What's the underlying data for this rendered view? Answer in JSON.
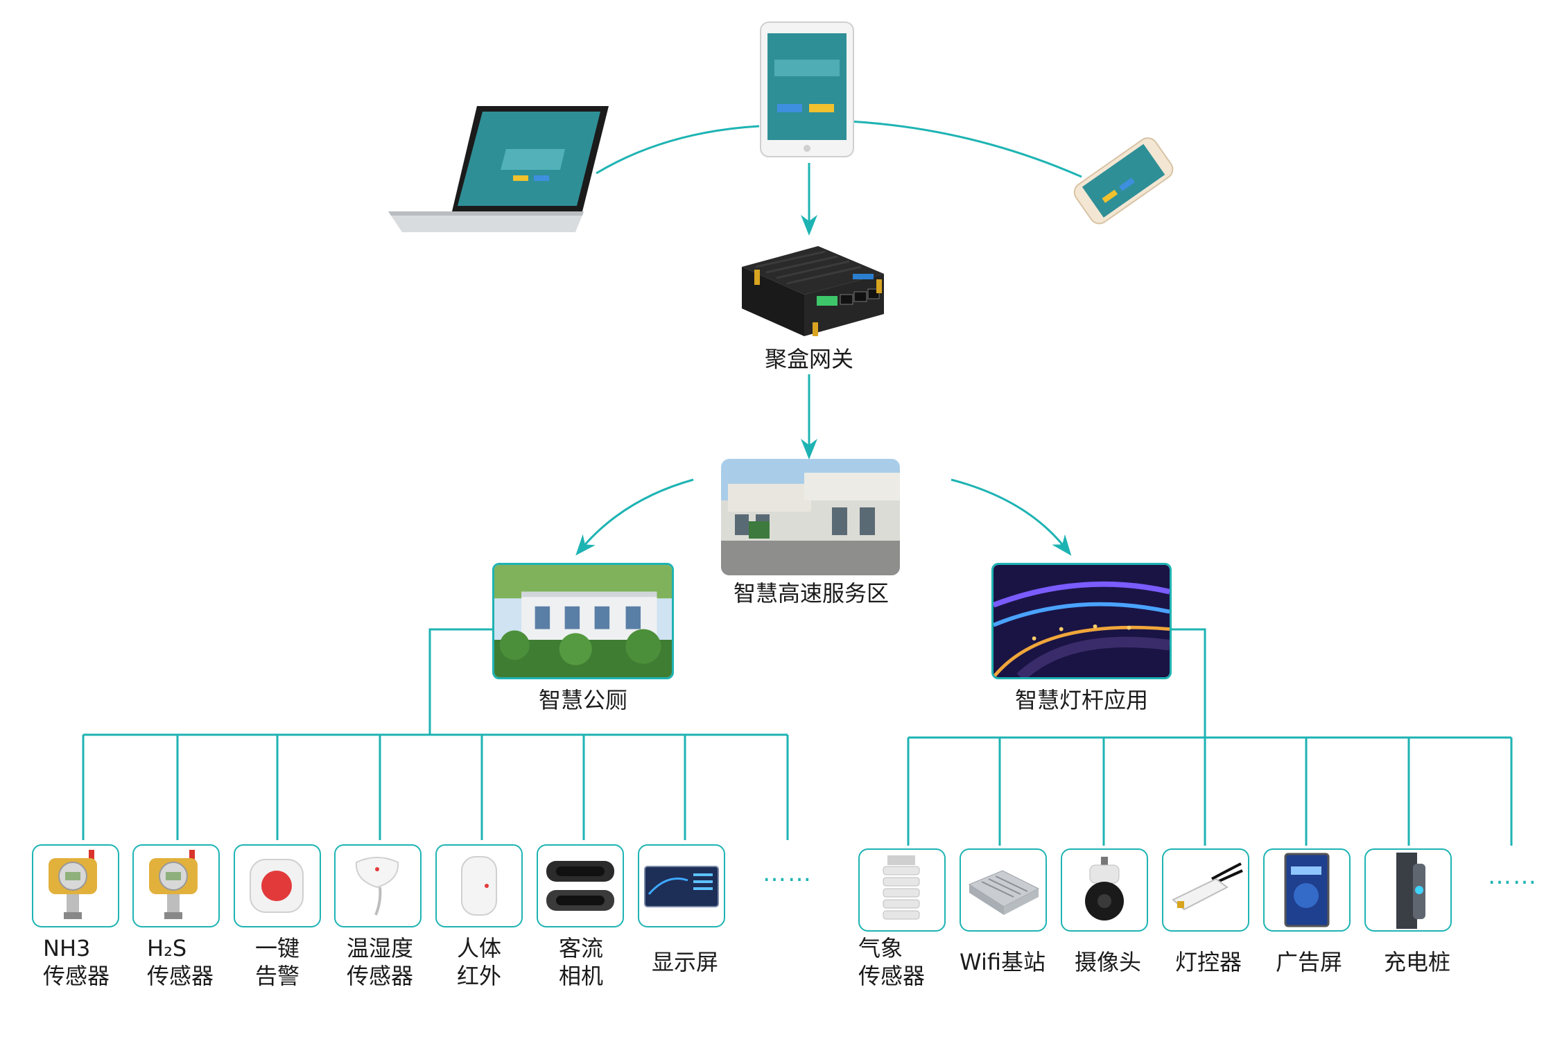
{
  "accent_color": "#1eb3b3",
  "gateway": {
    "label": "聚盒网关",
    "icon": "gateway-router"
  },
  "service_area": {
    "label": "智慧高速服务区",
    "icon": "building-photo"
  },
  "branches": {
    "toilet": {
      "label": "智慧公厕",
      "devices": [
        {
          "lines": [
            "NH3",
            "传感器"
          ],
          "icon": "gas-sensor-icon"
        },
        {
          "lines": [
            "H₂S",
            "传感器"
          ],
          "icon": "gas-sensor-icon"
        },
        {
          "lines": [
            "一键",
            "告警"
          ],
          "icon": "alarm-button-icon"
        },
        {
          "lines": [
            "温湿度",
            "传感器"
          ],
          "icon": "temp-humidity-sensor-icon"
        },
        {
          "lines": [
            "人体",
            "红外"
          ],
          "icon": "pir-sensor-icon"
        },
        {
          "lines": [
            "客流",
            "相机"
          ],
          "icon": "people-counter-camera-icon"
        },
        {
          "lines": [
            "显示屏"
          ],
          "icon": "display-screen-icon"
        }
      ],
      "more": "……"
    },
    "lamp": {
      "label": "智慧灯杆应用",
      "devices": [
        {
          "lines": [
            "气象",
            "传感器"
          ],
          "icon": "weather-sensor-icon"
        },
        {
          "lines": [
            "Wifi基站"
          ],
          "icon": "wifi-base-station-icon"
        },
        {
          "lines": [
            "摄像头"
          ],
          "icon": "dome-camera-icon"
        },
        {
          "lines": [
            "灯控器"
          ],
          "icon": "lamp-controller-icon"
        },
        {
          "lines": [
            "广告屏"
          ],
          "icon": "ad-screen-icon"
        },
        {
          "lines": [
            "充电桩"
          ],
          "icon": "charging-pile-icon"
        }
      ],
      "more": "……"
    }
  }
}
